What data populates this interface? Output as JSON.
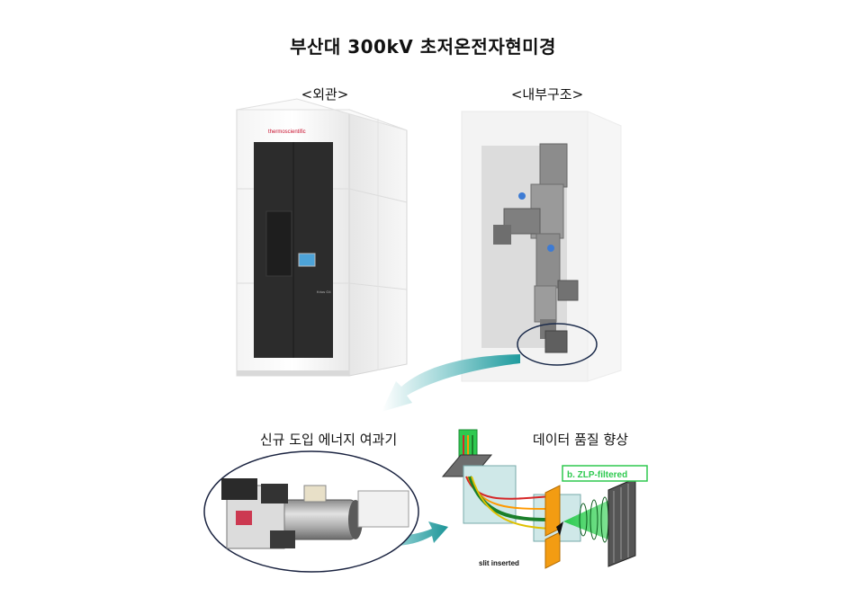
{
  "title": "부산대 300kV 초저온전자현미경",
  "sections": {
    "exterior_label": "<외관>",
    "interior_label": "<내부구조>",
    "energy_filter_label": "신규 도입 에너지 여과기",
    "data_quality_label": "데이터 품질 향상"
  },
  "microscope": {
    "brand": "thermoscientific",
    "model_mark": "Krios G4"
  },
  "schematic": {
    "filtered_label": "b. ZLP-filtered",
    "slit_label": "slit inserted"
  },
  "colors": {
    "arrow_teal": "#2aa6a8",
    "beam_green": "#2ec94f",
    "slit_orange": "#f39c12",
    "cabinet_dark": "#2c2c2c",
    "brand_red": "#c8102e"
  }
}
